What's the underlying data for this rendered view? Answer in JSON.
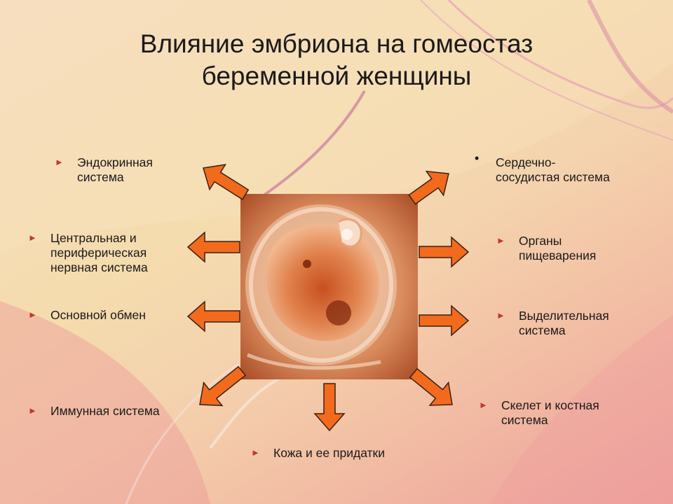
{
  "slide": {
    "title_line1": "Влияние эмбриона на гомеостаз",
    "title_line2": "беременной женщины",
    "items": [
      {
        "label": "Эндокринная\nсистема",
        "bullet": "►"
      },
      {
        "label": "Центральная и\nпериферическая\nнервная система",
        "bullet": "►"
      },
      {
        "label": "Основной обмен",
        "bullet": "►"
      },
      {
        "label": "Иммунная система",
        "bullet": "►"
      },
      {
        "label": "Кожа и ее придатки",
        "bullet": "►"
      },
      {
        "label": "Сердечно-\nсосудистая система",
        "bullet": "•"
      },
      {
        "label": "Органы\nпищеварения",
        "bullet": "►"
      },
      {
        "label": "Выделительная\nсистема",
        "bullet": "►"
      },
      {
        "label": "Скелет и костная\nсистема",
        "bullet": "►"
      }
    ],
    "colors": {
      "arrow_fill": "#f26b1d",
      "arrow_stroke": "#3a2015",
      "bullet": "#c0392b",
      "text": "#1a1a1a"
    },
    "image": {
      "icon": "embryo-photo"
    }
  }
}
